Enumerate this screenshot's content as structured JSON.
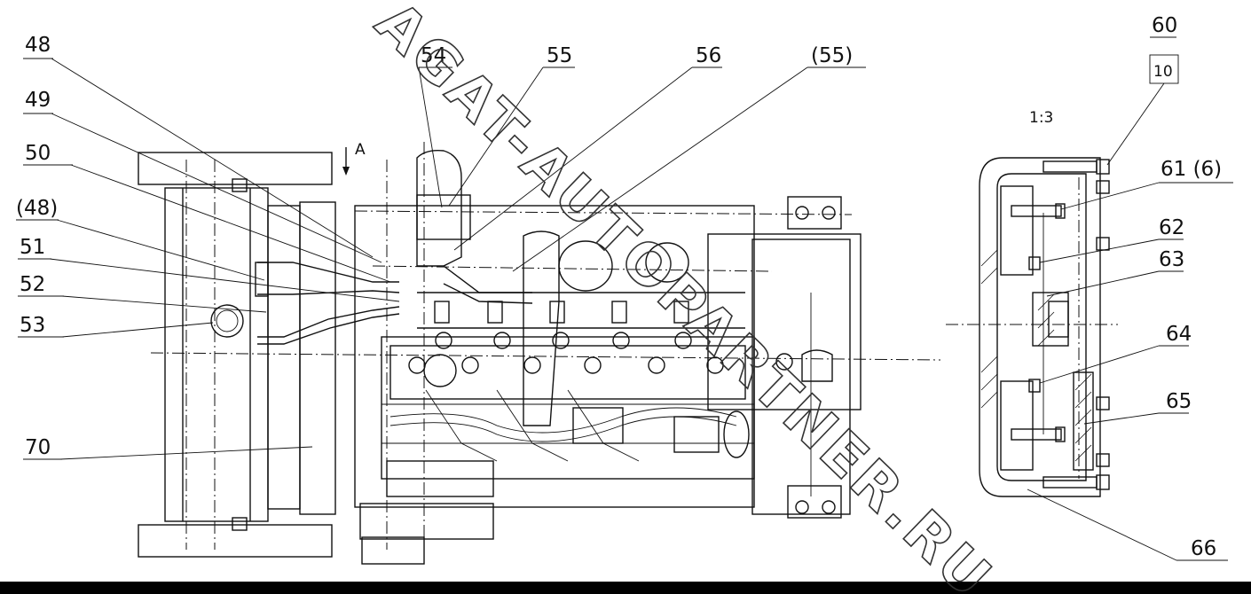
{
  "labels": {
    "l48": "48",
    "l49": "49",
    "l50": "50",
    "l48b": "(48)",
    "l51": "51",
    "l52": "52",
    "l53": "53",
    "l54": "54",
    "l55": "55",
    "l56": "56",
    "l55b": "(55)",
    "l60": "60",
    "l10": "10",
    "l61": "61 (6)",
    "l62": "62",
    "l63": "63",
    "l64": "64",
    "l65": "65",
    "l66": "66",
    "l70": "70"
  },
  "view_label": "A",
  "scale_label": "1:3",
  "watermark": "AGAT-AUTOPARTNER.RU"
}
